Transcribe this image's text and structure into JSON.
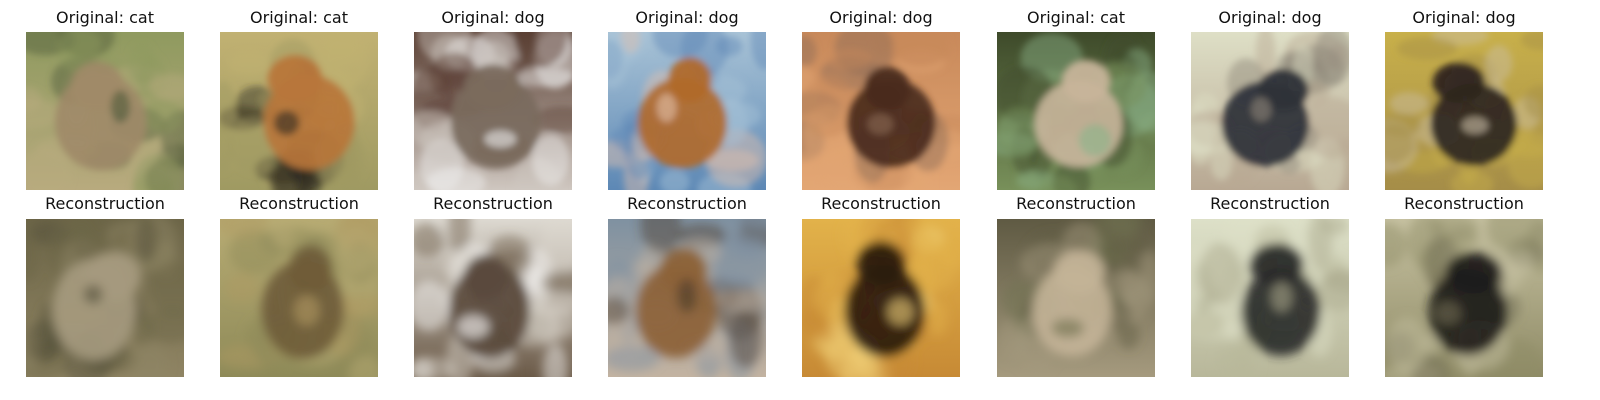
{
  "figure": {
    "columns": [
      {
        "original_title": "Original: cat",
        "reconstruction_title": "Reconstruction",
        "orig": {
          "bg": [
            "#8f9a5f",
            "#b8aa7e"
          ],
          "subject": "#a08a68",
          "accent": "#4f5a3a"
        },
        "recon": {
          "bg": [
            "#6c6547",
            "#8f8463"
          ],
          "subject": "#a59a7e",
          "accent": "#54503a"
        }
      },
      {
        "original_title": "Original: cat",
        "reconstruction_title": "Reconstruction",
        "orig": {
          "bg": [
            "#c1b172",
            "#9f9a62"
          ],
          "subject": "#b8763a",
          "accent": "#2f2a20"
        },
        "recon": {
          "bg": [
            "#b7ab73",
            "#8e8a58"
          ],
          "subject": "#6f5c39",
          "accent": "#b09a62"
        }
      },
      {
        "original_title": "Original: dog",
        "reconstruction_title": "Reconstruction",
        "orig": {
          "bg": [
            "#5a3f33",
            "#cfc7c0"
          ],
          "subject": "#7a6a5d",
          "accent": "#efefef"
        },
        "recon": {
          "bg": [
            "#ddd9d1",
            "#6b5a48"
          ],
          "subject": "#5a4a3c",
          "accent": "#ffffff"
        }
      },
      {
        "original_title": "Original: dog",
        "reconstruction_title": "Reconstruction",
        "orig": {
          "bg": [
            "#a9c3d6",
            "#5d88b5"
          ],
          "subject": "#b06a2c",
          "accent": "#e2c2ad"
        },
        "recon": {
          "bg": [
            "#7f91a1",
            "#c3b3a1"
          ],
          "subject": "#8c6238",
          "accent": "#4b3b2c"
        }
      },
      {
        "original_title": "Original: dog",
        "reconstruction_title": "Reconstruction",
        "orig": {
          "bg": [
            "#c8895a",
            "#e3a674"
          ],
          "subject": "#4a2a1c",
          "accent": "#8c6a57"
        },
        "recon": {
          "bg": [
            "#e2b24a",
            "#c78a35"
          ],
          "subject": "#2a1a0f",
          "accent": "#f2d27a"
        }
      },
      {
        "original_title": "Original: cat",
        "reconstruction_title": "Reconstruction",
        "orig": {
          "bg": [
            "#3e4a2a",
            "#78905a"
          ],
          "subject": "#c7b49a",
          "accent": "#8bb48a"
        },
        "recon": {
          "bg": [
            "#5f5a43",
            "#a59a7e"
          ],
          "subject": "#c3b397",
          "accent": "#6f704f"
        }
      },
      {
        "original_title": "Original: dog",
        "reconstruction_title": "Reconstruction",
        "orig": {
          "bg": [
            "#dedfc6",
            "#b8a893"
          ],
          "subject": "#2d3038",
          "accent": "#8c8477"
        },
        "recon": {
          "bg": [
            "#dde0c8",
            "#b8b79a"
          ],
          "subject": "#2a2c2a",
          "accent": "#a8a68a"
        }
      },
      {
        "original_title": "Original: dog",
        "reconstruction_title": "Reconstruction",
        "orig": {
          "bg": [
            "#c8b04a",
            "#a58d48"
          ],
          "subject": "#2e2520",
          "accent": "#cdbfa8"
        },
        "recon": {
          "bg": [
            "#c6c1a1",
            "#8f8b66"
          ],
          "subject": "#1f1d1a",
          "accent": "#6e6a52"
        }
      }
    ]
  }
}
